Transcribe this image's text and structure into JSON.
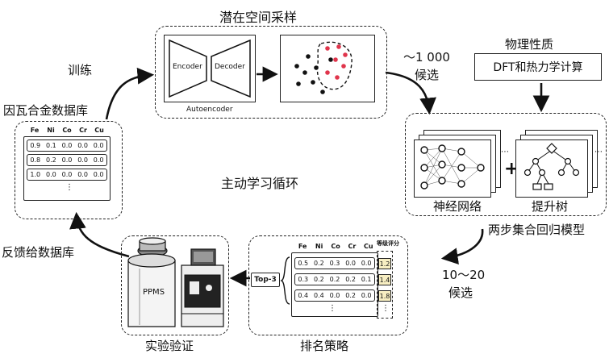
{
  "loop": {
    "center_label": "主动学习循环",
    "train_label": "训练",
    "feedback_label": "反馈给数据库"
  },
  "database": {
    "title": "因瓦合金数据库",
    "headers": [
      "Fe",
      "Ni",
      "Co",
      "Cr",
      "Cu"
    ],
    "rows": [
      [
        "0.9",
        "0.1",
        "0.0",
        "0.0",
        "0.0"
      ],
      [
        "0.8",
        "0.2",
        "0.0",
        "0.0",
        "0.0"
      ],
      [
        "1.0",
        "0.0",
        "0.0",
        "0.0",
        "0.0"
      ]
    ],
    "ellipsis": "⋮"
  },
  "latent": {
    "title": "潜在空间采样",
    "encoder": "Encoder",
    "decoder": "Decoder",
    "autoencoder": "Autoencoder",
    "candidates": "～1 000",
    "candidates_suffix": "候选"
  },
  "physics": {
    "title": "物理性质",
    "box_text": "DFT和热力学计算"
  },
  "regression": {
    "nn_label": "神经网络",
    "tree_label": "提升树",
    "plus": "+",
    "title": "两步集合回归模型",
    "candidates": "10～20",
    "candidates_suffix": "候选"
  },
  "ranking": {
    "title": "排名策略",
    "headers": [
      "Fe",
      "Ni",
      "Co",
      "Cr",
      "Cu"
    ],
    "score_header": "等级评分",
    "rows": [
      [
        "0.5",
        "0.2",
        "0.3",
        "0.0",
        "0.0"
      ],
      [
        "0.3",
        "0.2",
        "0.2",
        "0.2",
        "0.1"
      ],
      [
        "0.4",
        "0.4",
        "0.0",
        "0.2",
        "0.0"
      ]
    ],
    "scores": [
      "1.2",
      "1.4",
      "1.8"
    ],
    "ellipsis": "⋮",
    "top_label": "Top-3"
  },
  "experiment": {
    "title": "实验验证",
    "device_label": "PPMS"
  }
}
